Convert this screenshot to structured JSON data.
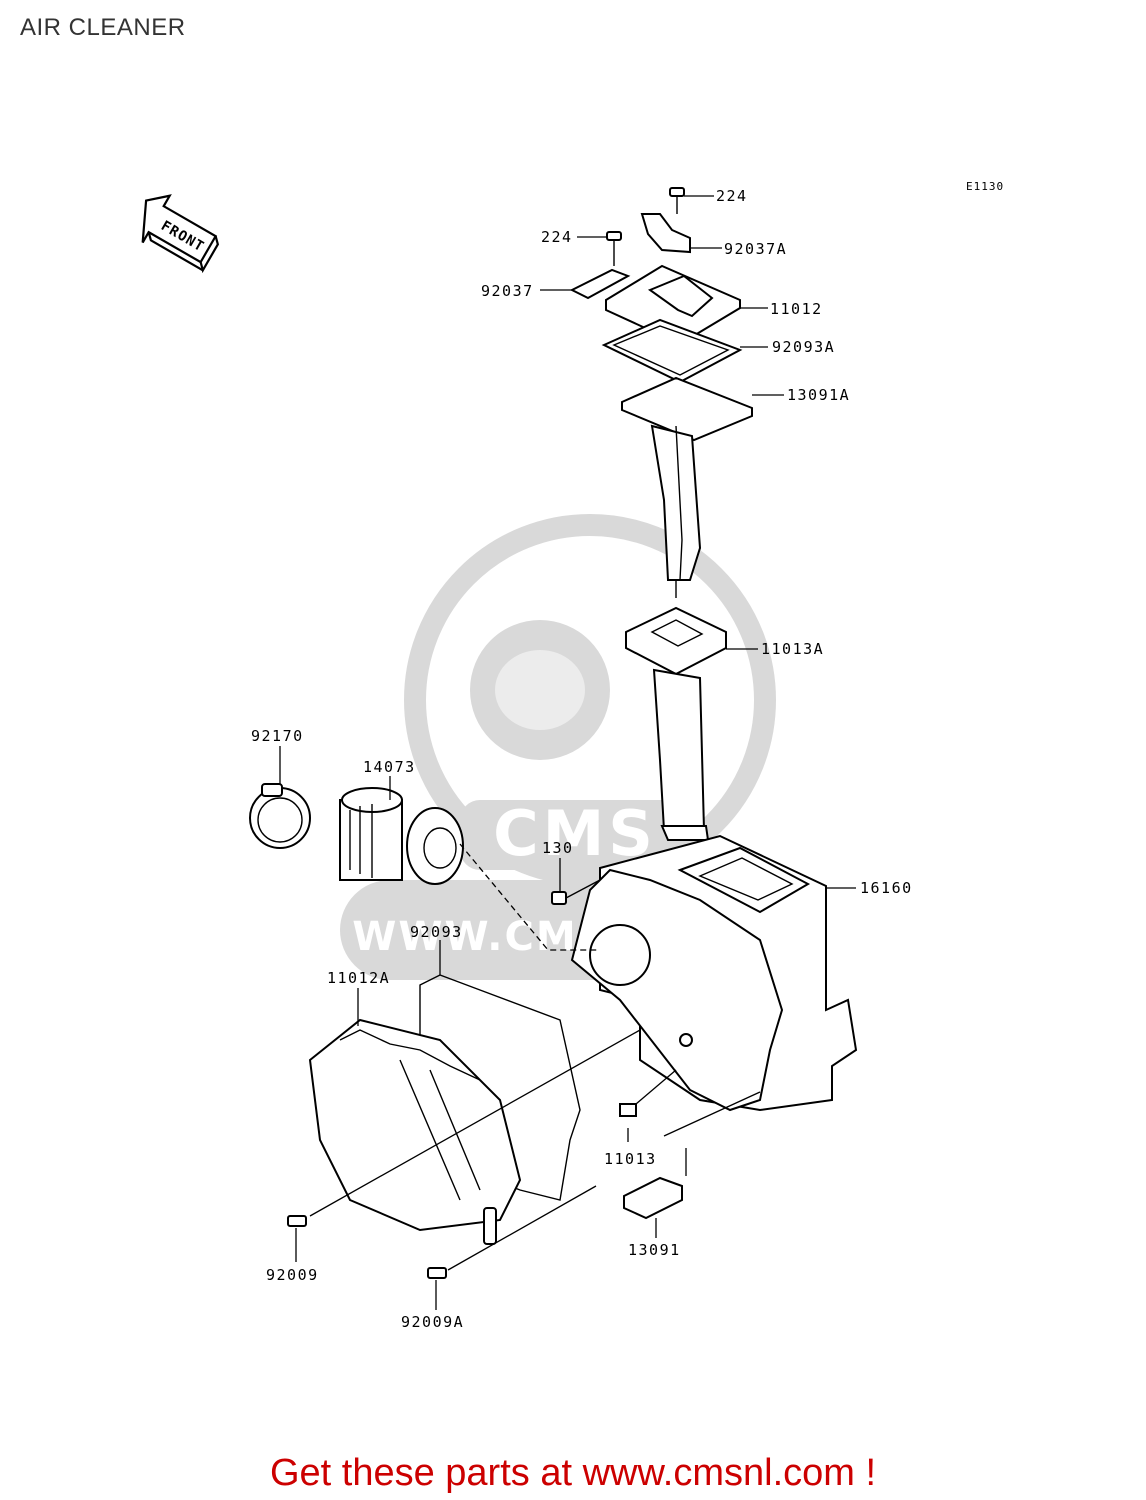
{
  "title": "AIR CLEANER",
  "diagram_code": "E1130",
  "front_label": "FRONT",
  "watermark_text": "WWW.CMSNL.COM",
  "watermark_logo": "CMS",
  "parts": {
    "p224_top": "224",
    "p224_left": "224",
    "p92037A": "92037A",
    "p92037": "92037",
    "p11012": "11012",
    "p92093A": "92093A",
    "p13091A": "13091A",
    "p11013A": "11013A",
    "p92170": "92170",
    "p14073": "14073",
    "p130": "130",
    "p16160": "16160",
    "p92093": "92093",
    "p11012A": "11012A",
    "p11013": "11013",
    "p13091": "13091",
    "p92009": "92009",
    "p92009A": "92009A"
  },
  "footer": "Get these parts at www.cmsnl.com !",
  "colors": {
    "footer": "#cc0000",
    "watermark": "#d9d9d9",
    "line": "#000000"
  }
}
